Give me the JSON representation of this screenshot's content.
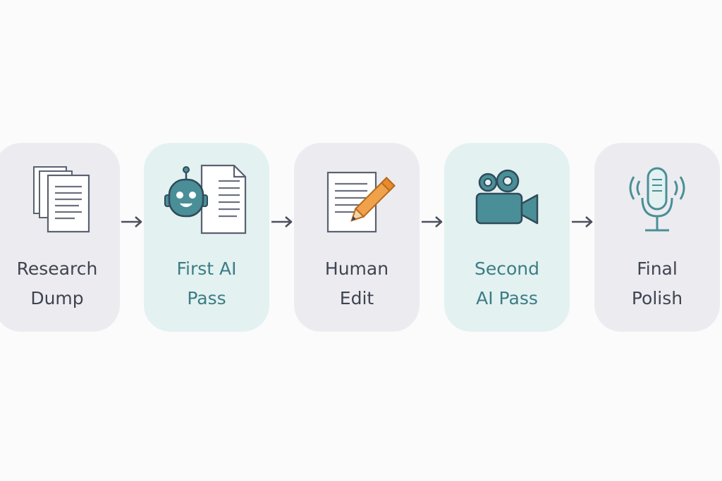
{
  "colors": {
    "background": "#fbfbfc",
    "card_neutral": "#ececf0",
    "card_accent": "#e3f1f1",
    "text_dark": "#3f4451",
    "text_teal": "#3c7d84",
    "icon_teal": "#4a8f97",
    "pencil_orange": "#f0a24b",
    "arrow": "#4b505c"
  },
  "steps": [
    {
      "label": "Research\nDump",
      "icon": "documents-icon",
      "style": "neutral"
    },
    {
      "label": "First AI\nPass",
      "icon": "robot-icon",
      "style": "accent"
    },
    {
      "label": "Human\nEdit",
      "icon": "pencil-document-icon",
      "style": "neutral"
    },
    {
      "label": "Second\nAI Pass",
      "icon": "video-camera-icon",
      "style": "accent"
    },
    {
      "label": "Final\nPolish",
      "icon": "microphone-icon",
      "style": "neutral"
    }
  ],
  "connectors": [
    "arrow-right-icon",
    "arrow-right-icon",
    "arrow-right-icon",
    "arrow-right-icon"
  ]
}
